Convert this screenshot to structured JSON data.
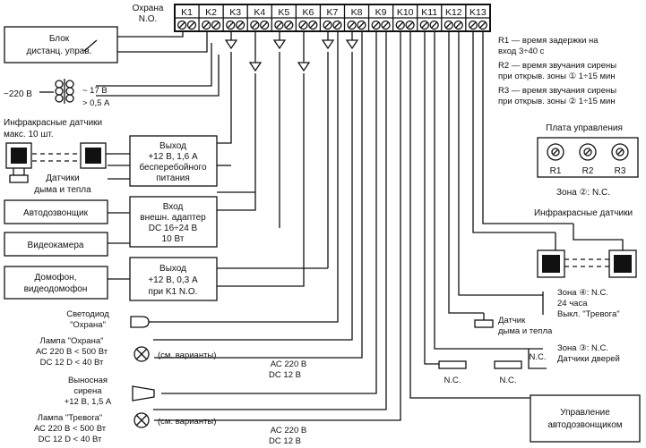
{
  "top_label": [
    "Охрана",
    "N.O."
  ],
  "terminals": [
    "K1",
    "K2",
    "K3",
    "K4",
    "K5",
    "K6",
    "K7",
    "K8",
    "K9",
    "K10",
    "K11",
    "K12",
    "K13"
  ],
  "left_blocks": {
    "remote": [
      "Блок",
      "дистанц. управ."
    ],
    "transformer": {
      "in": "~220 В",
      "out1": "~ 17 В",
      "out2": "> 0,5 А"
    },
    "ir_sensors": [
      "Инфракрасные датчики",
      "макс. 10 шт."
    ],
    "smoke_sensors": [
      "Датчики",
      "дыма и тепла"
    ],
    "autodialer": "Автодозвонщик",
    "camera": "Видеокамера",
    "intercom": [
      "Домофон,",
      "видеодомофон"
    ]
  },
  "middle_blocks": {
    "ups_out": [
      "Выход",
      "+12 В, 1,6 А",
      "бесперебойного",
      "питания"
    ],
    "ext_adapter": [
      "Вход",
      "внешн. адаптер",
      "DC 16÷24 В",
      "10 Вт"
    ],
    "k1_out": [
      "Выход",
      "+12 В, 0,3 А",
      "при K1 N.O."
    ]
  },
  "outputs": {
    "led": [
      "Светодиод",
      "\"Охрана\""
    ],
    "lamp_guard": [
      "Лампа \"Охрана\"",
      "АС 220 В < 500 Вт",
      "DC 12 D < 40 Вт"
    ],
    "siren": [
      "Выносная",
      "сирена",
      "+12 В, 1,5 А"
    ],
    "lamp_alarm": [
      "Лампа \"Тревога\"",
      "АС 220 В < 500 Вт",
      "DC 12 D < 40 Вт"
    ],
    "variants": "(см. варианты)",
    "supply": [
      "АС 220 В",
      "DC 12 В"
    ]
  },
  "notes": [
    "R1 — время задержки на",
    "вход 3÷40 с",
    "R2 — время звучания сирены",
    "при открыв. зоны ① 1÷15 мин",
    "R3 — время звучания сирены",
    "при открыв. зоны ② 1÷15 мин"
  ],
  "control_board": {
    "title": "Плата управления",
    "pots": [
      "R1",
      "R2",
      "R3"
    ]
  },
  "zones": {
    "zone2": [
      "Зона ②: N.C.",
      "Инфракрасные датчики"
    ],
    "zone4": [
      "Зона ④: N.C.",
      "24 часа",
      "Выкл. \"Тревога\""
    ],
    "smoke": [
      "Датчик",
      "дыма и тепла"
    ],
    "zone3": [
      "Зона ③: N.C.",
      "Датчики дверей"
    ],
    "nc": "N.C."
  },
  "autodialer_ctrl": [
    "Управление",
    "автодозвонщиком"
  ]
}
